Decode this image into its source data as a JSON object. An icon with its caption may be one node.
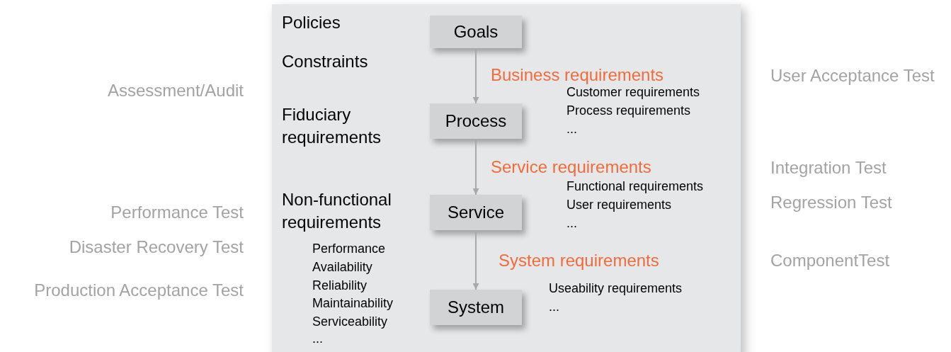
{
  "diagram": {
    "nodes": [
      {
        "text": [],
        "shape": "box"
      },
      {
        "text": [
          "Goals"
        ],
        "in": 0
      },
      {
        "text": [
          "Process"
        ],
        "in": 0
      },
      {
        "text": [
          "Service"
        ],
        "in": 0
      },
      {
        "text": [
          "System"
        ],
        "in": 0
      }
    ],
    "edges": [
      {
        "from": 1,
        "to": 2,
        "arrow": "to",
        "label": "Business requirements"
      },
      {
        "from": 2,
        "to": 3,
        "arrow": "to",
        "label": "Service requirements"
      },
      {
        "from": 3,
        "to": 4,
        "arrow": "to",
        "label": "System requirements"
      }
    ],
    "labels": [
      "Assessment/Audit",
      "Performance Test",
      "Disaster Recovery Test",
      "Production Acceptance Test",
      "Policies",
      "Constraints",
      "Fiduciary requirements",
      "Non-functional requirements",
      "Performance",
      "Availability",
      "Reliability",
      "Maintainability",
      "Serviceability",
      "...",
      "Customer requirements",
      "Process requirements",
      "...",
      "Functional requirements",
      "User requirements",
      "...",
      "Useability requirements",
      "...",
      "User Acceptance Test",
      "Integration Test",
      "Regression Test",
      "ComponentTest"
    ]
  }
}
